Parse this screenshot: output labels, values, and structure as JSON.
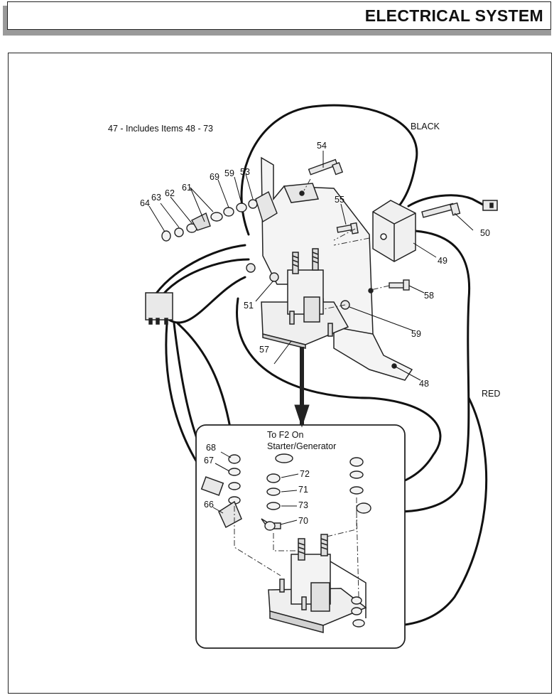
{
  "header": {
    "title": "ELECTRICAL SYSTEM"
  },
  "diagram": {
    "caption": "47 - Includes Items 48 - 73",
    "wire_labels": {
      "black": "BLACK",
      "red": "RED"
    },
    "inset_note_line1": "To F2 On",
    "inset_note_line2": "Starter/Generator",
    "callouts": {
      "c48": "48",
      "c49": "49",
      "c50": "50",
      "c51": "51",
      "c53": "53",
      "c54": "54",
      "c55": "55",
      "c57": "57",
      "c58": "58",
      "c59a": "59",
      "c59b": "59",
      "c61": "61",
      "c62": "62",
      "c63": "63",
      "c64": "64",
      "c66": "66",
      "c67": "67",
      "c68": "68",
      "c69": "69",
      "c70": "70",
      "c71": "71",
      "c72": "72",
      "c73": "73"
    }
  }
}
